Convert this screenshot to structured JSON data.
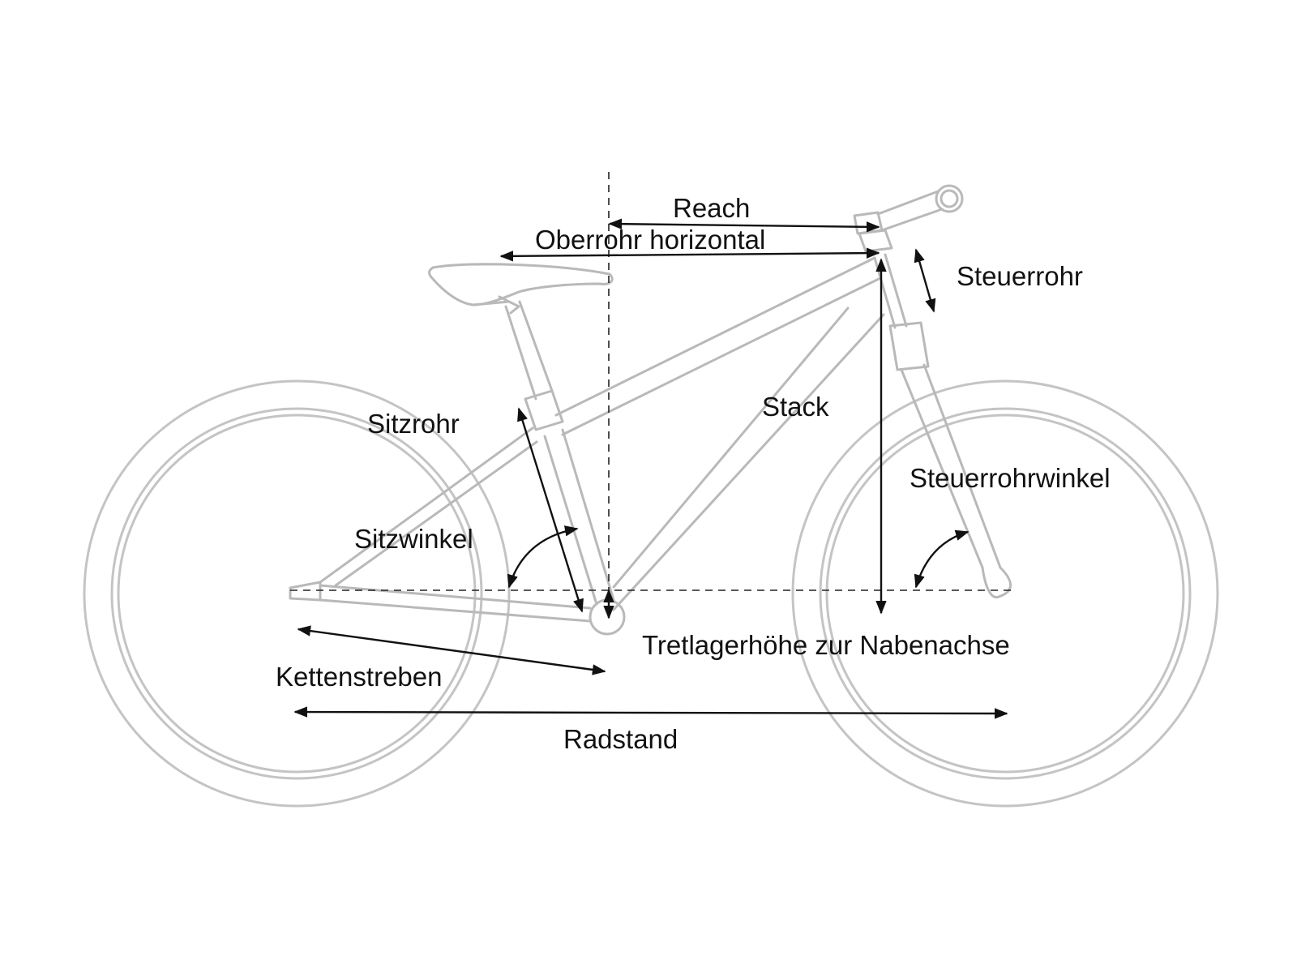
{
  "labels": {
    "reach": "Reach",
    "oberrohr_horizontal": "Oberrohr horizontal",
    "steuerrohr": "Steuerrohr",
    "stack": "Stack",
    "sitzrohr": "Sitzrohr",
    "steuerrohrwinkel": "Steuerrohrwinkel",
    "sitzwinkel": "Sitzwinkel",
    "tretlagerhoehe": "Tretlagerhöhe zur Nabenachse",
    "kettenstreben": "Kettenstreben",
    "radstand": "Radstand"
  },
  "colors": {
    "bike_outline": "#b9b9b9",
    "annotation": "#111111",
    "background": "#ffffff"
  }
}
